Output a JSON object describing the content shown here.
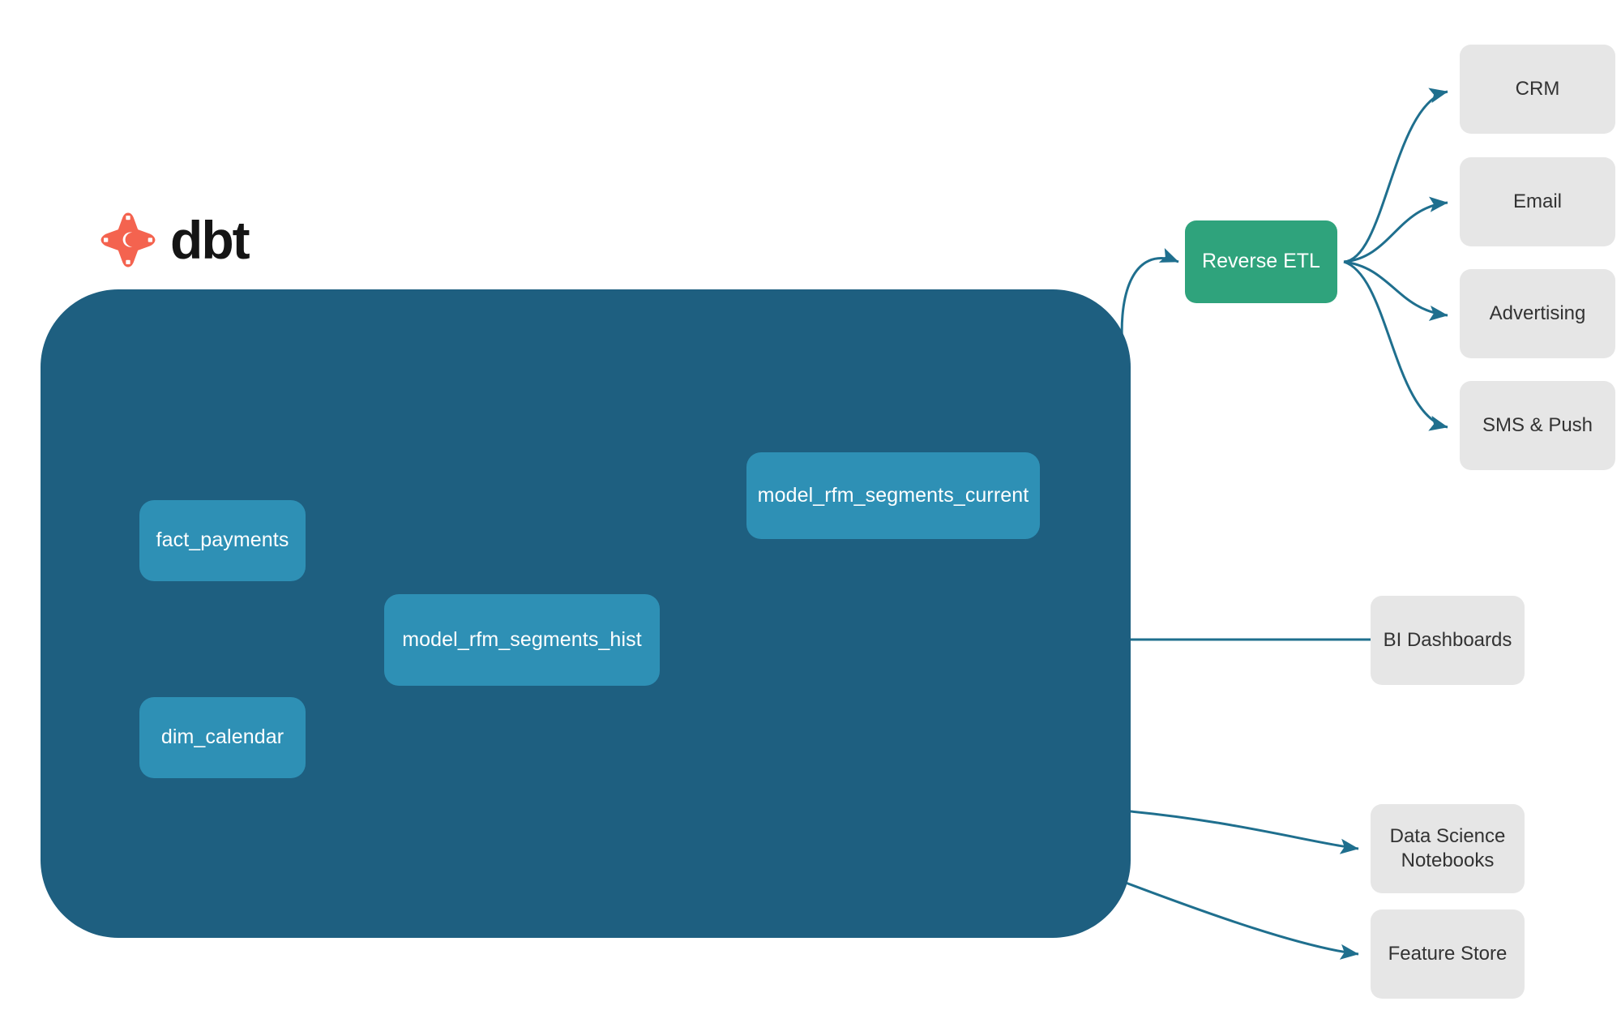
{
  "brand": {
    "logo_name": "dbt-logo",
    "wordmark": "dbt",
    "logo_color": "#f4634f"
  },
  "colors": {
    "container": "#1e5f80",
    "model_node": "#2e90b5",
    "reverse_etl": "#2fa37c",
    "destination": "#e6e6e6",
    "edge": "#1f6f8e",
    "inner_edge": "#3d89a6",
    "background": "#ffffff"
  },
  "container": {
    "name": "dbt-project-container"
  },
  "models": [
    {
      "id": "fact_payments",
      "label": "fact_payments"
    },
    {
      "id": "dim_calendar",
      "label": "dim_calendar"
    },
    {
      "id": "model_rfm_segments_hist",
      "label": "model_rfm_segments_hist"
    },
    {
      "id": "model_rfm_segments_current",
      "label": "model_rfm_segments_current"
    }
  ],
  "reverse_etl": {
    "label": "Reverse ETL"
  },
  "activation_destinations": [
    {
      "id": "crm",
      "label": "CRM"
    },
    {
      "id": "email",
      "label": "Email"
    },
    {
      "id": "advertising",
      "label": "Advertising"
    },
    {
      "id": "sms_push",
      "label": "SMS & Push"
    }
  ],
  "analytics_destinations": [
    {
      "id": "bi_dashboards",
      "label": "BI Dashboards"
    },
    {
      "id": "ds_notebooks",
      "label": "Data Science\nNotebooks",
      "line1": "Data Science",
      "line2": "Notebooks"
    },
    {
      "id": "feature_store",
      "label": "Feature Store"
    }
  ],
  "edges": [
    {
      "from": "fact_payments",
      "to": "model_rfm_segments_hist"
    },
    {
      "from": "dim_calendar",
      "to": "model_rfm_segments_hist"
    },
    {
      "from": "model_rfm_segments_hist",
      "to": "model_rfm_segments_current"
    },
    {
      "from": "model_rfm_segments_current",
      "to": "Reverse ETL"
    },
    {
      "from": "model_rfm_segments_hist",
      "to": "BI Dashboards"
    },
    {
      "from": "model_rfm_segments_hist",
      "to": "Data Science Notebooks"
    },
    {
      "from": "model_rfm_segments_hist",
      "to": "Feature Store"
    },
    {
      "from": "Reverse ETL",
      "to": "CRM"
    },
    {
      "from": "Reverse ETL",
      "to": "Email"
    },
    {
      "from": "Reverse ETL",
      "to": "Advertising"
    },
    {
      "from": "Reverse ETL",
      "to": "SMS & Push"
    }
  ]
}
